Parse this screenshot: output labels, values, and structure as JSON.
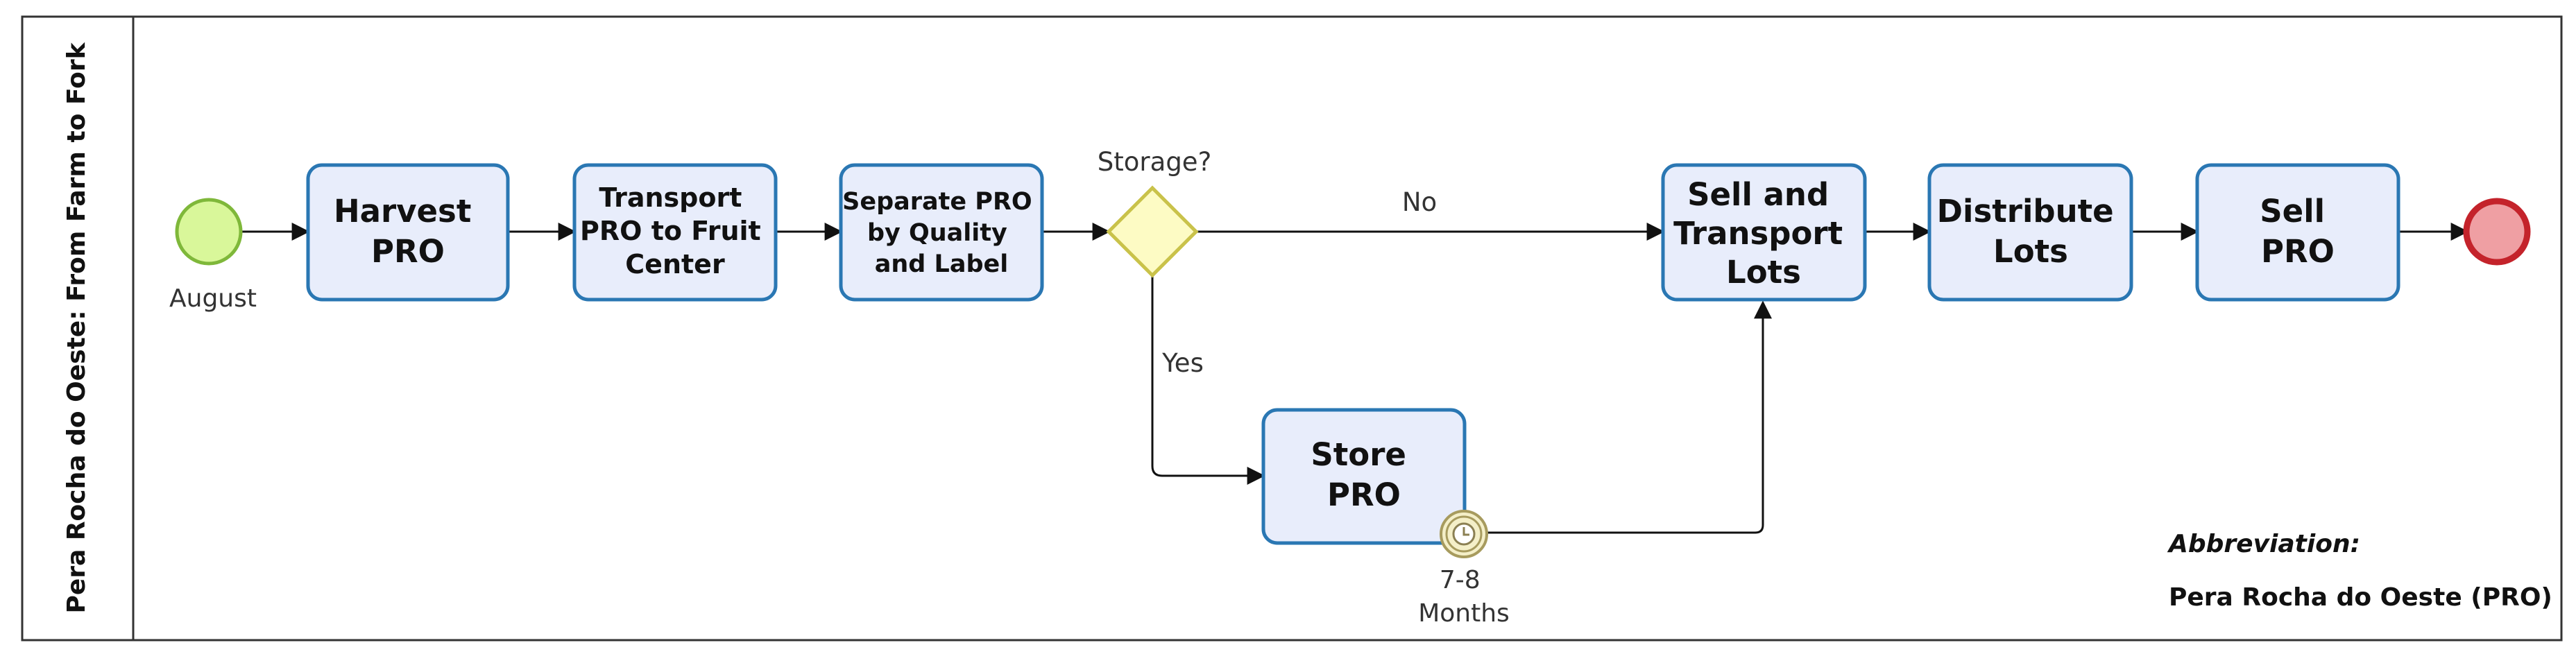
{
  "pool": {
    "label": "Pera Rocha do Oeste: From Farm to Fork"
  },
  "start_event": {
    "label": "August"
  },
  "tasks": [
    {
      "lines": [
        "Harvest",
        "PRO"
      ]
    },
    {
      "lines": [
        "Transport",
        "PRO to Fruit",
        "Center"
      ]
    },
    {
      "lines": [
        "Separate PRO",
        "by Quality",
        "and Label"
      ]
    },
    {
      "lines": [
        "Store",
        "PRO"
      ]
    },
    {
      "lines": [
        "Sell and",
        "Transport",
        "Lots"
      ]
    },
    {
      "lines": [
        "Distribute",
        "Lots"
      ]
    },
    {
      "lines": [
        "Sell",
        "PRO"
      ]
    }
  ],
  "gateway": {
    "label": "Storage?",
    "no_label": "No",
    "yes_label": "Yes"
  },
  "timer": {
    "lines": [
      "7-8",
      "Months"
    ]
  },
  "abbreviation": {
    "title": "Abbreviation:",
    "text": "Pera Rocha do Oeste (PRO)"
  },
  "colors": {
    "task_fill": "#e8edfb",
    "task_stroke": "#2a77b3",
    "start_fill": "#d9f79a",
    "start_stroke": "#7fb83a",
    "end_fill": "#ef9fa3",
    "end_stroke": "#c4232b",
    "gateway_fill": "#fdfbc4",
    "gateway_stroke": "#c9c24a",
    "timer_fill": "#f4efc8",
    "timer_stroke": "#a79b5e"
  }
}
